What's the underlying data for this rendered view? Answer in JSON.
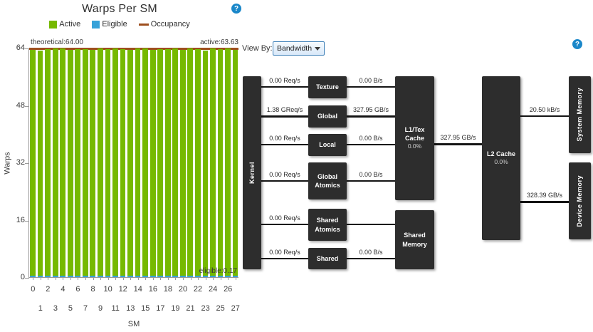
{
  "icons": {
    "help_glyph": "?"
  },
  "chart_data": {
    "type": "bar",
    "title": "Warps Per SM",
    "xlabel": "SM",
    "ylabel": "Warps",
    "ylim": [
      0,
      64
    ],
    "yticks": [
      0,
      16,
      32,
      48,
      64
    ],
    "categories": [
      0,
      1,
      2,
      3,
      4,
      5,
      6,
      7,
      8,
      9,
      10,
      11,
      12,
      13,
      14,
      15,
      16,
      17,
      18,
      19,
      20,
      21,
      22,
      23,
      24,
      25,
      26,
      27
    ],
    "series": [
      {
        "name": "Active",
        "color": "#76b900",
        "type": "bar",
        "values": [
          63.5,
          63.2,
          63.7,
          63.9,
          63.8,
          63.4,
          63.6,
          63.7,
          63.5,
          63.8,
          63.6,
          63.9,
          63.7,
          63.4,
          63.8,
          63.9,
          63.5,
          63.7,
          63.6,
          63.8,
          63.4,
          63.9,
          63.6,
          63.3,
          63.8,
          63.7,
          63.9,
          63.5
        ]
      },
      {
        "name": "Eligible",
        "color": "#36a2d9",
        "type": "bar",
        "values": [
          0.17,
          0.17,
          0.17,
          0.17,
          0.17,
          0.17,
          0.17,
          0.17,
          0.17,
          0.17,
          0.17,
          0.17,
          0.17,
          0.17,
          0.17,
          0.17,
          0.17,
          0.17,
          0.17,
          0.17,
          0.17,
          0.17,
          0.17,
          0.17,
          0.17,
          0.17,
          0.17,
          0.17
        ]
      },
      {
        "name": "Occupancy",
        "color": "#9e4f1e",
        "type": "line",
        "value": 64.0
      }
    ],
    "annotations": [
      {
        "id": "theoretical",
        "text": "theoretical:64.00",
        "position": "top-left"
      },
      {
        "id": "active",
        "text": "active:63.63",
        "position": "top-right"
      },
      {
        "id": "eligible",
        "text": "eligible:0.17",
        "position": "bottom-right"
      }
    ],
    "legend_position": "top",
    "grid": false
  },
  "diagram": {
    "view_by_label": "View By:",
    "view_by_value": "Bandwidth",
    "view_by_options": [
      "Bandwidth"
    ],
    "nodes": [
      {
        "id": "kernel",
        "label": "Kernel",
        "orientation": "vertical"
      },
      {
        "id": "texture",
        "label": "Texture"
      },
      {
        "id": "global",
        "label": "Global"
      },
      {
        "id": "local",
        "label": "Local"
      },
      {
        "id": "global_atomics",
        "label": "Global Atomics"
      },
      {
        "id": "shared_atomics",
        "label": "Shared Atomics"
      },
      {
        "id": "shared",
        "label": "Shared"
      },
      {
        "id": "l1tex",
        "label": "L1/Tex Cache",
        "sublabel": "0.0%"
      },
      {
        "id": "shared_memory",
        "label": "Shared Memory"
      },
      {
        "id": "l2",
        "label": "L2 Cache",
        "sublabel": "0.0%"
      },
      {
        "id": "system_memory",
        "label": "System Memory",
        "orientation": "vertical"
      },
      {
        "id": "device_memory",
        "label": "Device Memory",
        "orientation": "vertical"
      }
    ],
    "edges": [
      {
        "from": "kernel",
        "to": "texture",
        "label": "0.00 Req/s"
      },
      {
        "from": "texture",
        "to": "l1tex",
        "label": "0.00 B/s"
      },
      {
        "from": "kernel",
        "to": "global",
        "label": "1.38 GReq/s"
      },
      {
        "from": "global",
        "to": "l1tex",
        "label": "327.95 GB/s"
      },
      {
        "from": "kernel",
        "to": "local",
        "label": "0.00 Req/s"
      },
      {
        "from": "local",
        "to": "l1tex",
        "label": "0.00 B/s"
      },
      {
        "from": "kernel",
        "to": "global_atomics",
        "label": "0.00 Req/s"
      },
      {
        "from": "global_atomics",
        "to": "l1tex",
        "label": "0.00 B/s"
      },
      {
        "from": "kernel",
        "to": "shared_atomics",
        "label": "0.00 Req/s"
      },
      {
        "from": "shared_atomics",
        "to": "shared_memory",
        "label": ""
      },
      {
        "from": "kernel",
        "to": "shared",
        "label": "0.00 Req/s"
      },
      {
        "from": "shared",
        "to": "shared_memory",
        "label": "0.00 B/s"
      },
      {
        "from": "l1tex",
        "to": "l2",
        "label": "327.95 GB/s"
      },
      {
        "from": "l2",
        "to": "system_memory",
        "label": "20.50 kB/s"
      },
      {
        "from": "l2",
        "to": "device_memory",
        "label": "328.39 GB/s"
      }
    ]
  }
}
